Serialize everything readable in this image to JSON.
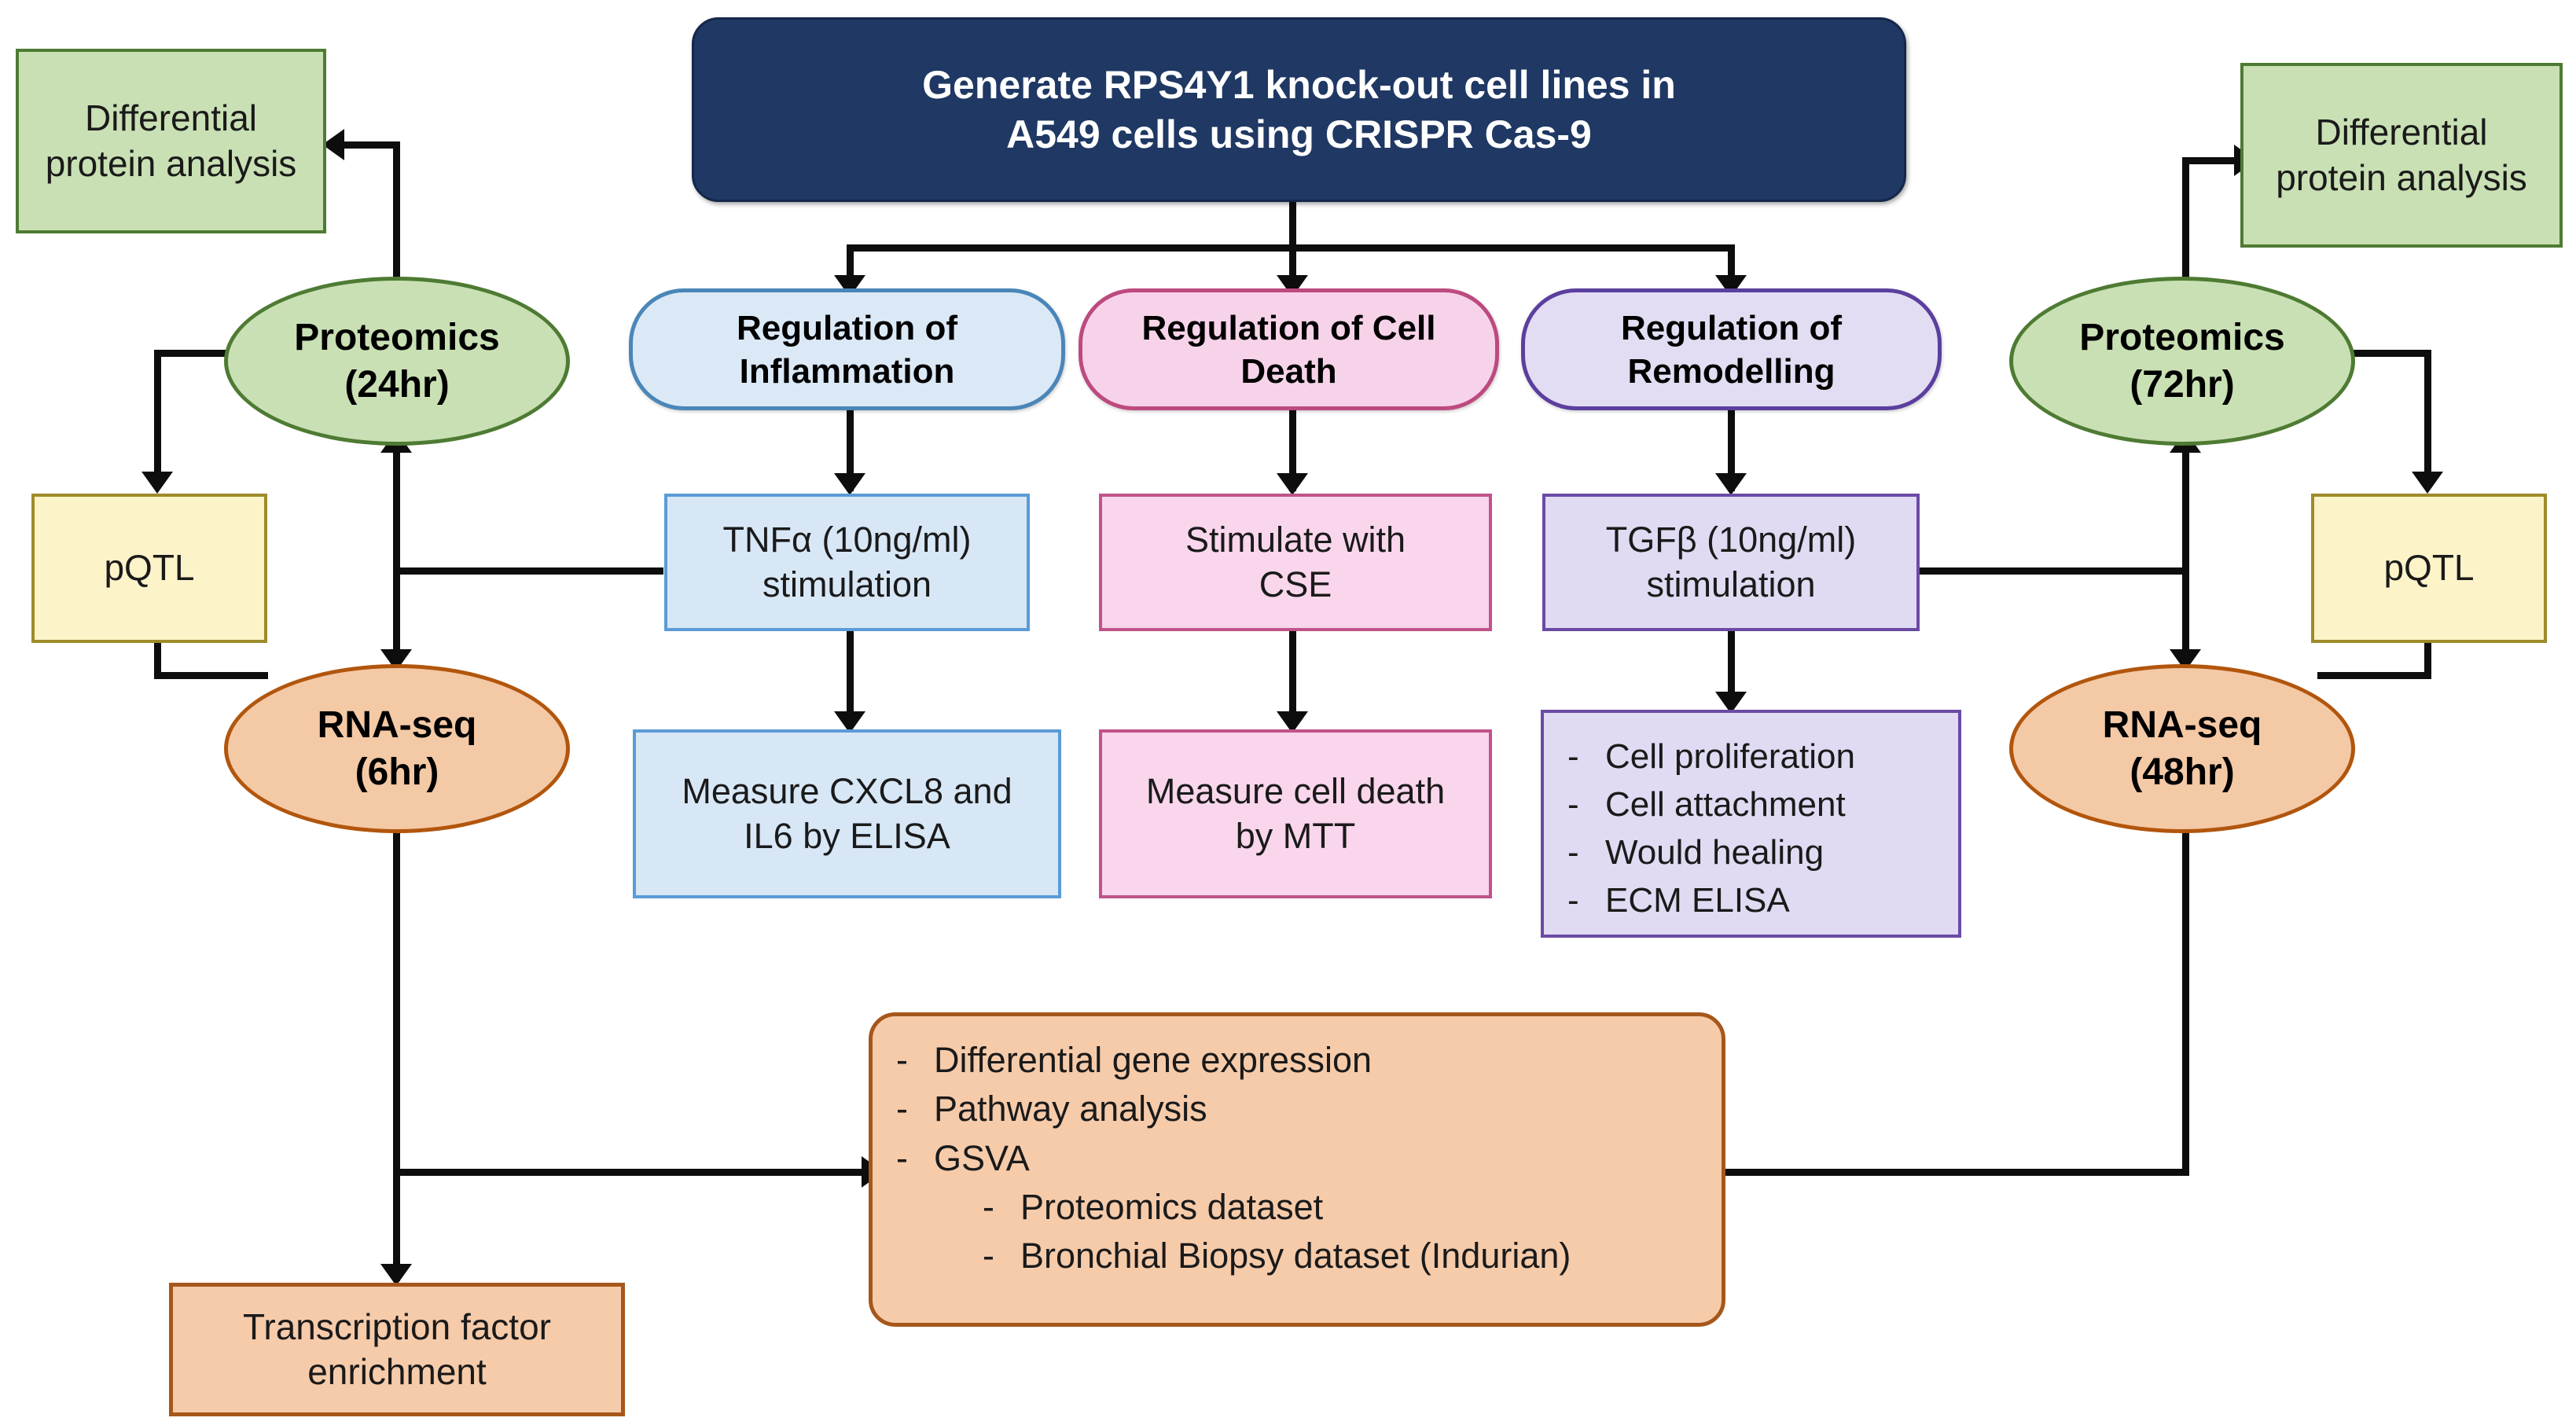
{
  "diagram": {
    "title_box": "Generate RPS4Y1 knock-out cell lines in\nA549 cells using CRISPR Cas-9",
    "left": {
      "differential_protein_analysis": "Differential\nprotein analysis",
      "proteomics": "Proteomics\n(24hr)",
      "pqtl": "pQTL",
      "rnaseq": "RNA-seq\n(6hr)",
      "transcription_factor": "Transcription factor\nenrichment"
    },
    "right": {
      "differential_protein_analysis": "Differential\nprotein analysis",
      "proteomics": "Proteomics\n(72hr)",
      "pqtl": "pQTL",
      "rnaseq": "RNA-seq\n(48hr)"
    },
    "branches": [
      {
        "header": "Regulation of\nInflammation",
        "treatment": "TNFα (10ng/ml)\nstimulation",
        "readout": "Measure CXCL8 and\nIL6 by ELISA",
        "color": "blue"
      },
      {
        "header": "Regulation of Cell\nDeath",
        "treatment": "Stimulate with\nCSE",
        "readout": "Measure cell death\nby MTT",
        "color": "pink"
      },
      {
        "header": "Regulation of\nRemodelling",
        "treatment": "TGFβ (10ng/ml)\nstimulation",
        "readout_items": [
          "Cell proliferation",
          "Cell attachment",
          "Would healing",
          "ECM ELISA"
        ],
        "color": "purple"
      }
    ],
    "analysis_box": {
      "items": [
        "Differential gene expression",
        "Pathway analysis",
        "GSVA"
      ],
      "sub_items": [
        "Proteomics dataset",
        "Bronchial Biopsy dataset (Indurian)"
      ]
    },
    "colors": {
      "title_fill": "#1f3864",
      "green_fill": "#c9e0b4",
      "green_border": "#4e7b33",
      "yellow_fill": "#fdf3c9",
      "yellow_border": "#9e8b2a",
      "orange_fill": "#f4c9a6",
      "orange_border": "#b2560d",
      "blue_fill": "#dbe9f7",
      "blue_border": "#4a86b8",
      "pink_fill": "#f7d3e9",
      "pink_border": "#bd4a7f",
      "purple_fill": "#e2ddf2",
      "purple_border": "#5b3f9e",
      "arrow": "#0d0d0d"
    }
  }
}
